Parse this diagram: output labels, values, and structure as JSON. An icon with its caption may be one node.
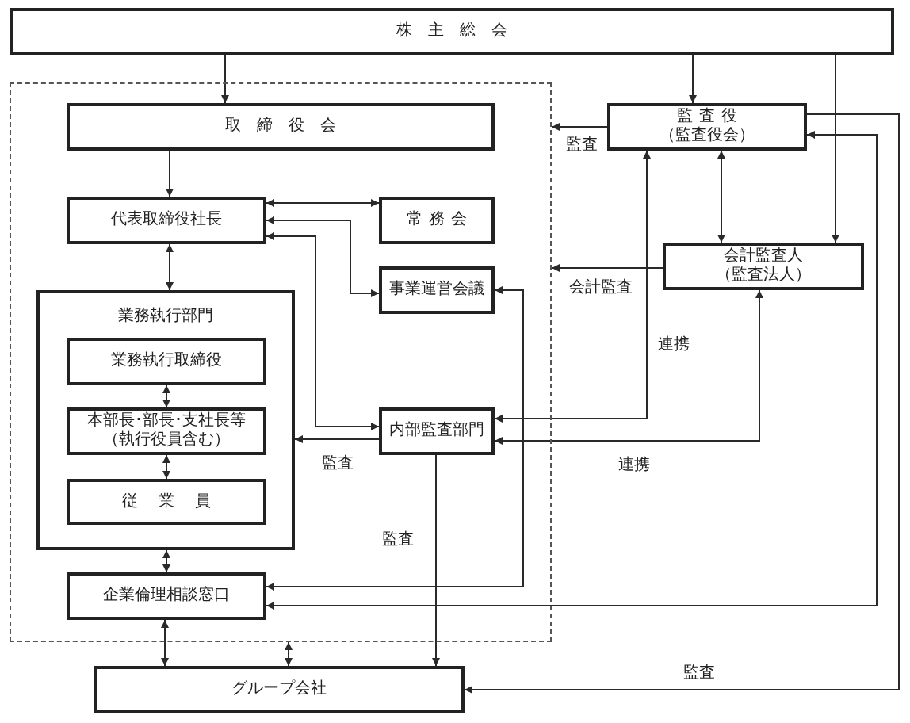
{
  "diagram": {
    "nodes": [
      {
        "text": [
          "株主総会"
        ]
      },
      {
        "text": [],
        "shape": "box"
      },
      {
        "text": [
          "取締役会"
        ],
        "in": 1
      },
      {
        "text": [
          "監査役",
          "（監査役会）"
        ]
      },
      {
        "text": [
          "代表取締役社長"
        ],
        "in": 1
      },
      {
        "text": [
          "常務会"
        ],
        "in": 1
      },
      {
        "text": [
          "事業運営会議"
        ],
        "in": 1
      },
      {
        "text": [
          "会計監査人",
          "（監査法人）"
        ]
      },
      {
        "text": [
          "業務執行部門"
        ],
        "in": 1
      },
      {
        "text": [
          "業務執行取締役"
        ],
        "in": 8
      },
      {
        "text": [
          "本部長･部長･支社長等",
          "（執行役員含む）"
        ],
        "in": 8
      },
      {
        "text": [
          "内部監査部門"
        ],
        "in": 1
      },
      {
        "text": [
          "従業員"
        ],
        "in": 8
      },
      {
        "text": [
          "企業倫理相談窓口"
        ],
        "in": 1
      },
      {
        "text": [
          "グループ会社"
        ]
      }
    ],
    "edges": [
      {
        "from": 0,
        "to": 2,
        "arrow": "to"
      },
      {
        "from": 0,
        "to": 3,
        "arrow": "to"
      },
      {
        "from": 0,
        "to": 7,
        "arrow": "to"
      },
      {
        "from": 2,
        "to": 4,
        "arrow": "to"
      },
      {
        "from": 4,
        "to": 5,
        "arrow": "both"
      },
      {
        "from": 4,
        "to": 6,
        "arrow": "both"
      },
      {
        "from": 4,
        "to": 11,
        "arrow": "both"
      },
      {
        "from": 4,
        "to": 8,
        "arrow": "both"
      },
      {
        "from": 9,
        "to": 10,
        "arrow": "both"
      },
      {
        "from": 10,
        "to": 12,
        "arrow": "both"
      },
      {
        "from": 8,
        "to": 13,
        "arrow": "both"
      },
      {
        "from": 13,
        "to": 14,
        "arrow": "both"
      },
      {
        "from": 1,
        "to": 14,
        "arrow": "both"
      },
      {
        "from": 3,
        "to": 1,
        "arrow": "to",
        "label": "監査"
      },
      {
        "from": 3,
        "to": 7,
        "arrow": "both"
      },
      {
        "from": 7,
        "to": 1,
        "arrow": "to",
        "label": "会計監査"
      },
      {
        "from": 11,
        "to": 3,
        "arrow": "both",
        "label": "連携"
      },
      {
        "from": 11,
        "to": 7,
        "arrow": "both",
        "label": "連携"
      },
      {
        "from": 11,
        "to": 8,
        "arrow": "to",
        "label": "監査"
      },
      {
        "from": 6,
        "to": 13,
        "arrow": "both"
      },
      {
        "from": 3,
        "to": 13,
        "arrow": "both"
      },
      {
        "from": 11,
        "to": 14,
        "arrow": "to",
        "label": "監査"
      },
      {
        "from": 3,
        "to": 14,
        "arrow": "to",
        "label": "監査"
      }
    ]
  }
}
